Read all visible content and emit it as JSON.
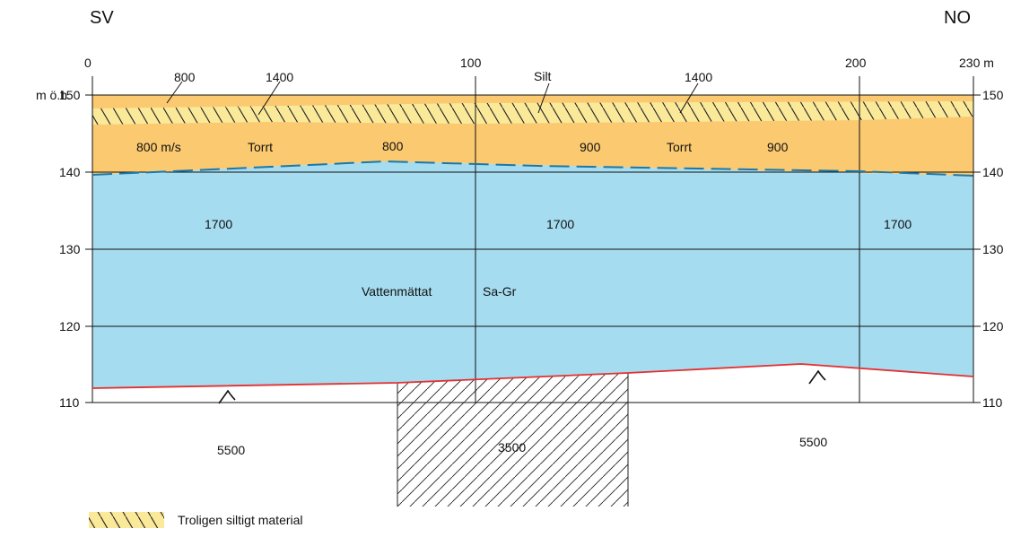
{
  "header": {
    "left_direction": "SV",
    "right_direction": "NO"
  },
  "distance_axis": {
    "ticks": [
      "0",
      "100",
      "200",
      "230 m"
    ]
  },
  "elevation_axis": {
    "unit_label": "m ö.h.",
    "left_ticks": [
      "150",
      "140",
      "130",
      "120",
      "110"
    ],
    "right_ticks": [
      "150",
      "140",
      "130",
      "120",
      "110"
    ]
  },
  "colors": {
    "dry_layer": "#fbc970",
    "silty_band": "#fbe99a",
    "saturated_layer": "#a5dcef",
    "bedrock_line": "#e53030",
    "water_table": "#1a78aa"
  },
  "labels": {
    "top_800": "800",
    "top_1400_left": "1400",
    "silt": "Silt",
    "top_1400_right": "1400",
    "dry_800_ms": "800 m/s",
    "dry_torrt_left": "Torrt",
    "dry_800": "800",
    "dry_900_left": "900",
    "dry_torrt_right": "Torrt",
    "dry_900_right": "900",
    "sat_1700_left": "1700",
    "sat_1700_mid": "1700",
    "sat_1700_right": "1700",
    "vattenmattat": "Vattenmättat",
    "sa_gr": "Sa-Gr",
    "rock_5500_left": "5500",
    "rock_3500": "3500",
    "rock_5500_right": "5500"
  },
  "legend": {
    "silty_material": "Troligen siltigt material"
  }
}
